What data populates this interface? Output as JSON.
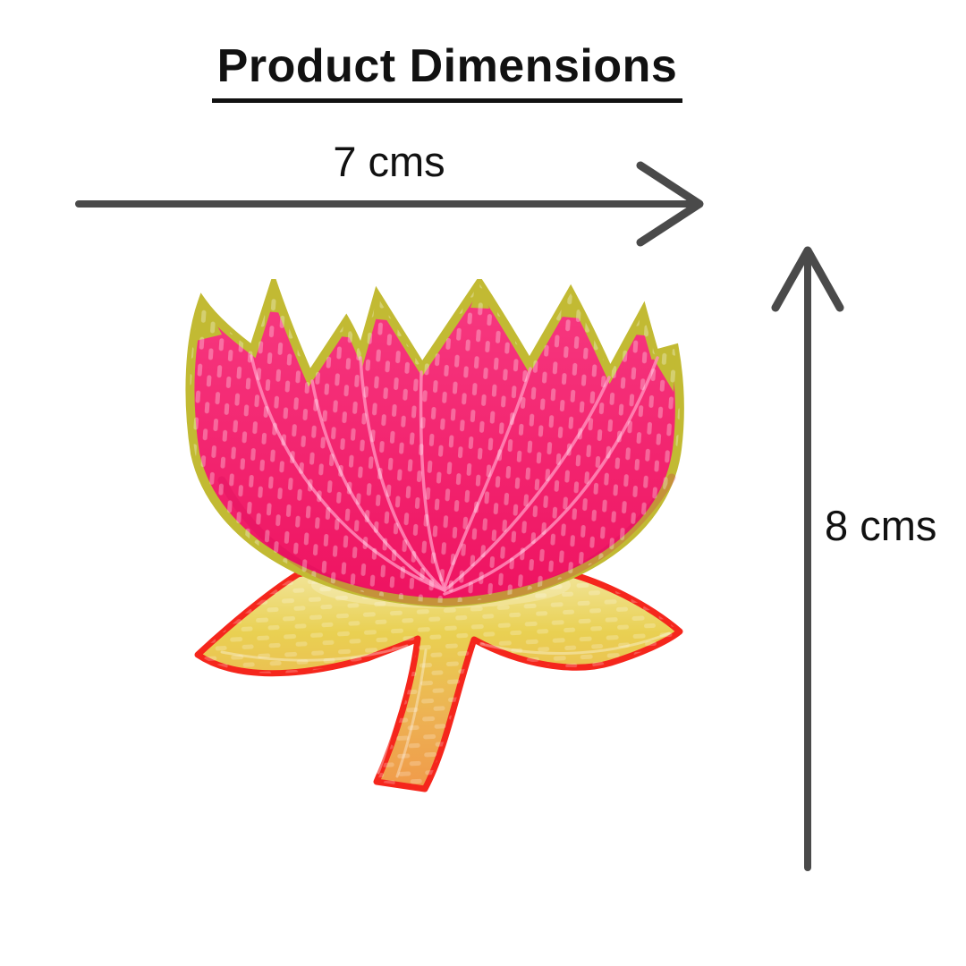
{
  "page": {
    "title": "Product Dimensions",
    "background": "#ffffff"
  },
  "dimensions": {
    "width": {
      "value": 7,
      "unit": "cms",
      "label": "7 cms"
    },
    "height": {
      "value": 8,
      "unit": "cms",
      "label": "8 cms"
    }
  },
  "product": {
    "name": "beaded-lotus-patch",
    "description": "Pink and yellow beaded lotus flower applique patch",
    "colors": {
      "petal_pink": "#ee1260",
      "petal_pink_light": "#ff8cba",
      "edge_olive": "#c2ba33",
      "leaf_yellow": "#e9d052",
      "leaf_orange": "#f09a4a",
      "leaf_cream": "#f3e9a8",
      "outline_red": "#f5261c"
    }
  },
  "annotation": {
    "arrow_color": "#4a4a4a",
    "text_color": "#111111"
  }
}
